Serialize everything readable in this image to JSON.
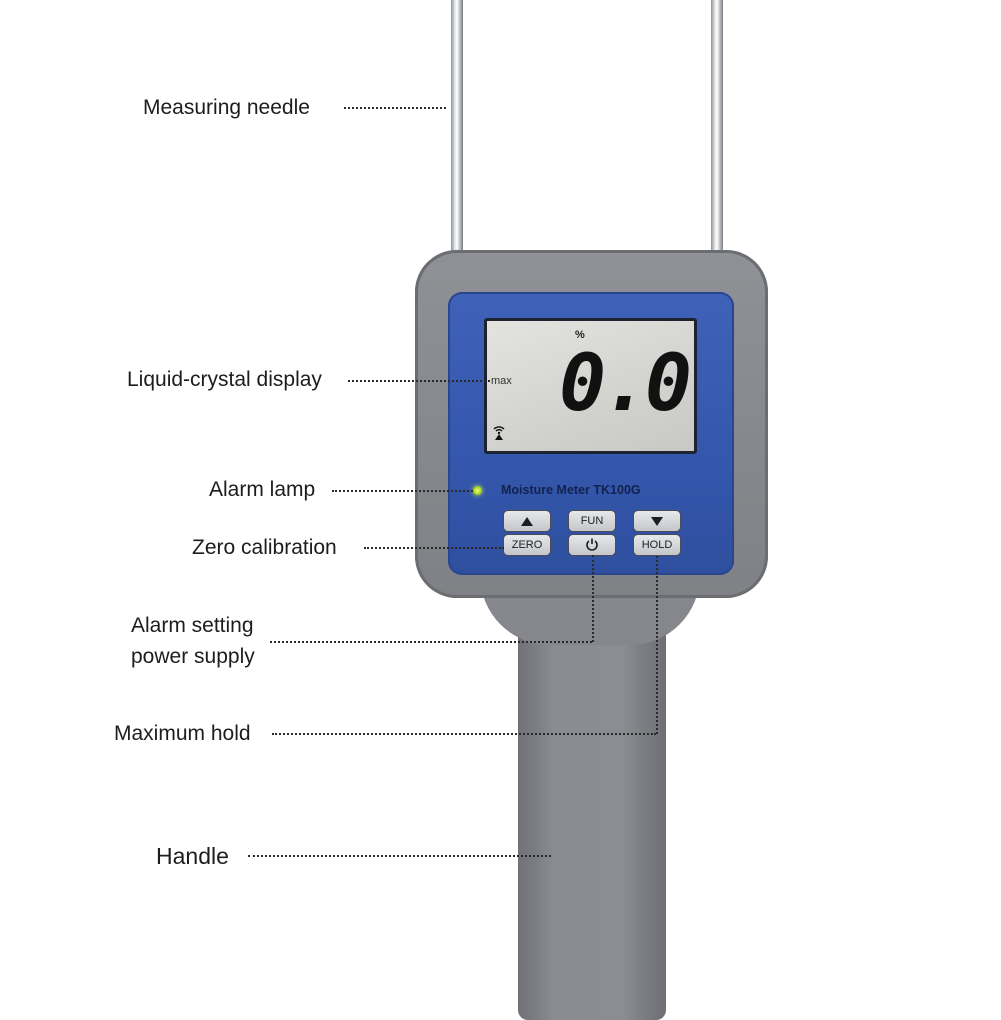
{
  "device": {
    "lcd_percent": "%",
    "lcd_reading": "0.0",
    "lcd_max": "max",
    "model_text": "Moisture Meter TK100G",
    "buttons": {
      "up_symbol": "▲",
      "zero": "ZERO",
      "fun": "FUN",
      "power_symbol": "⏻",
      "down_symbol": "▼",
      "hold": "HOLD"
    },
    "colors": {
      "body": "#85878c",
      "panel": "#3457ad",
      "lcd": "#d8d8d5",
      "lamp": "#a9d62a"
    }
  },
  "callouts": {
    "measuring_needle": "Measuring needle",
    "lcd_display": "Liquid-crystal display",
    "alarm_lamp": "Alarm lamp",
    "zero_calibration": "Zero calibration",
    "alarm_setting_line1": "Alarm setting",
    "alarm_setting_line2": "power supply",
    "maximum_hold": "Maximum hold",
    "handle": "Handle"
  }
}
